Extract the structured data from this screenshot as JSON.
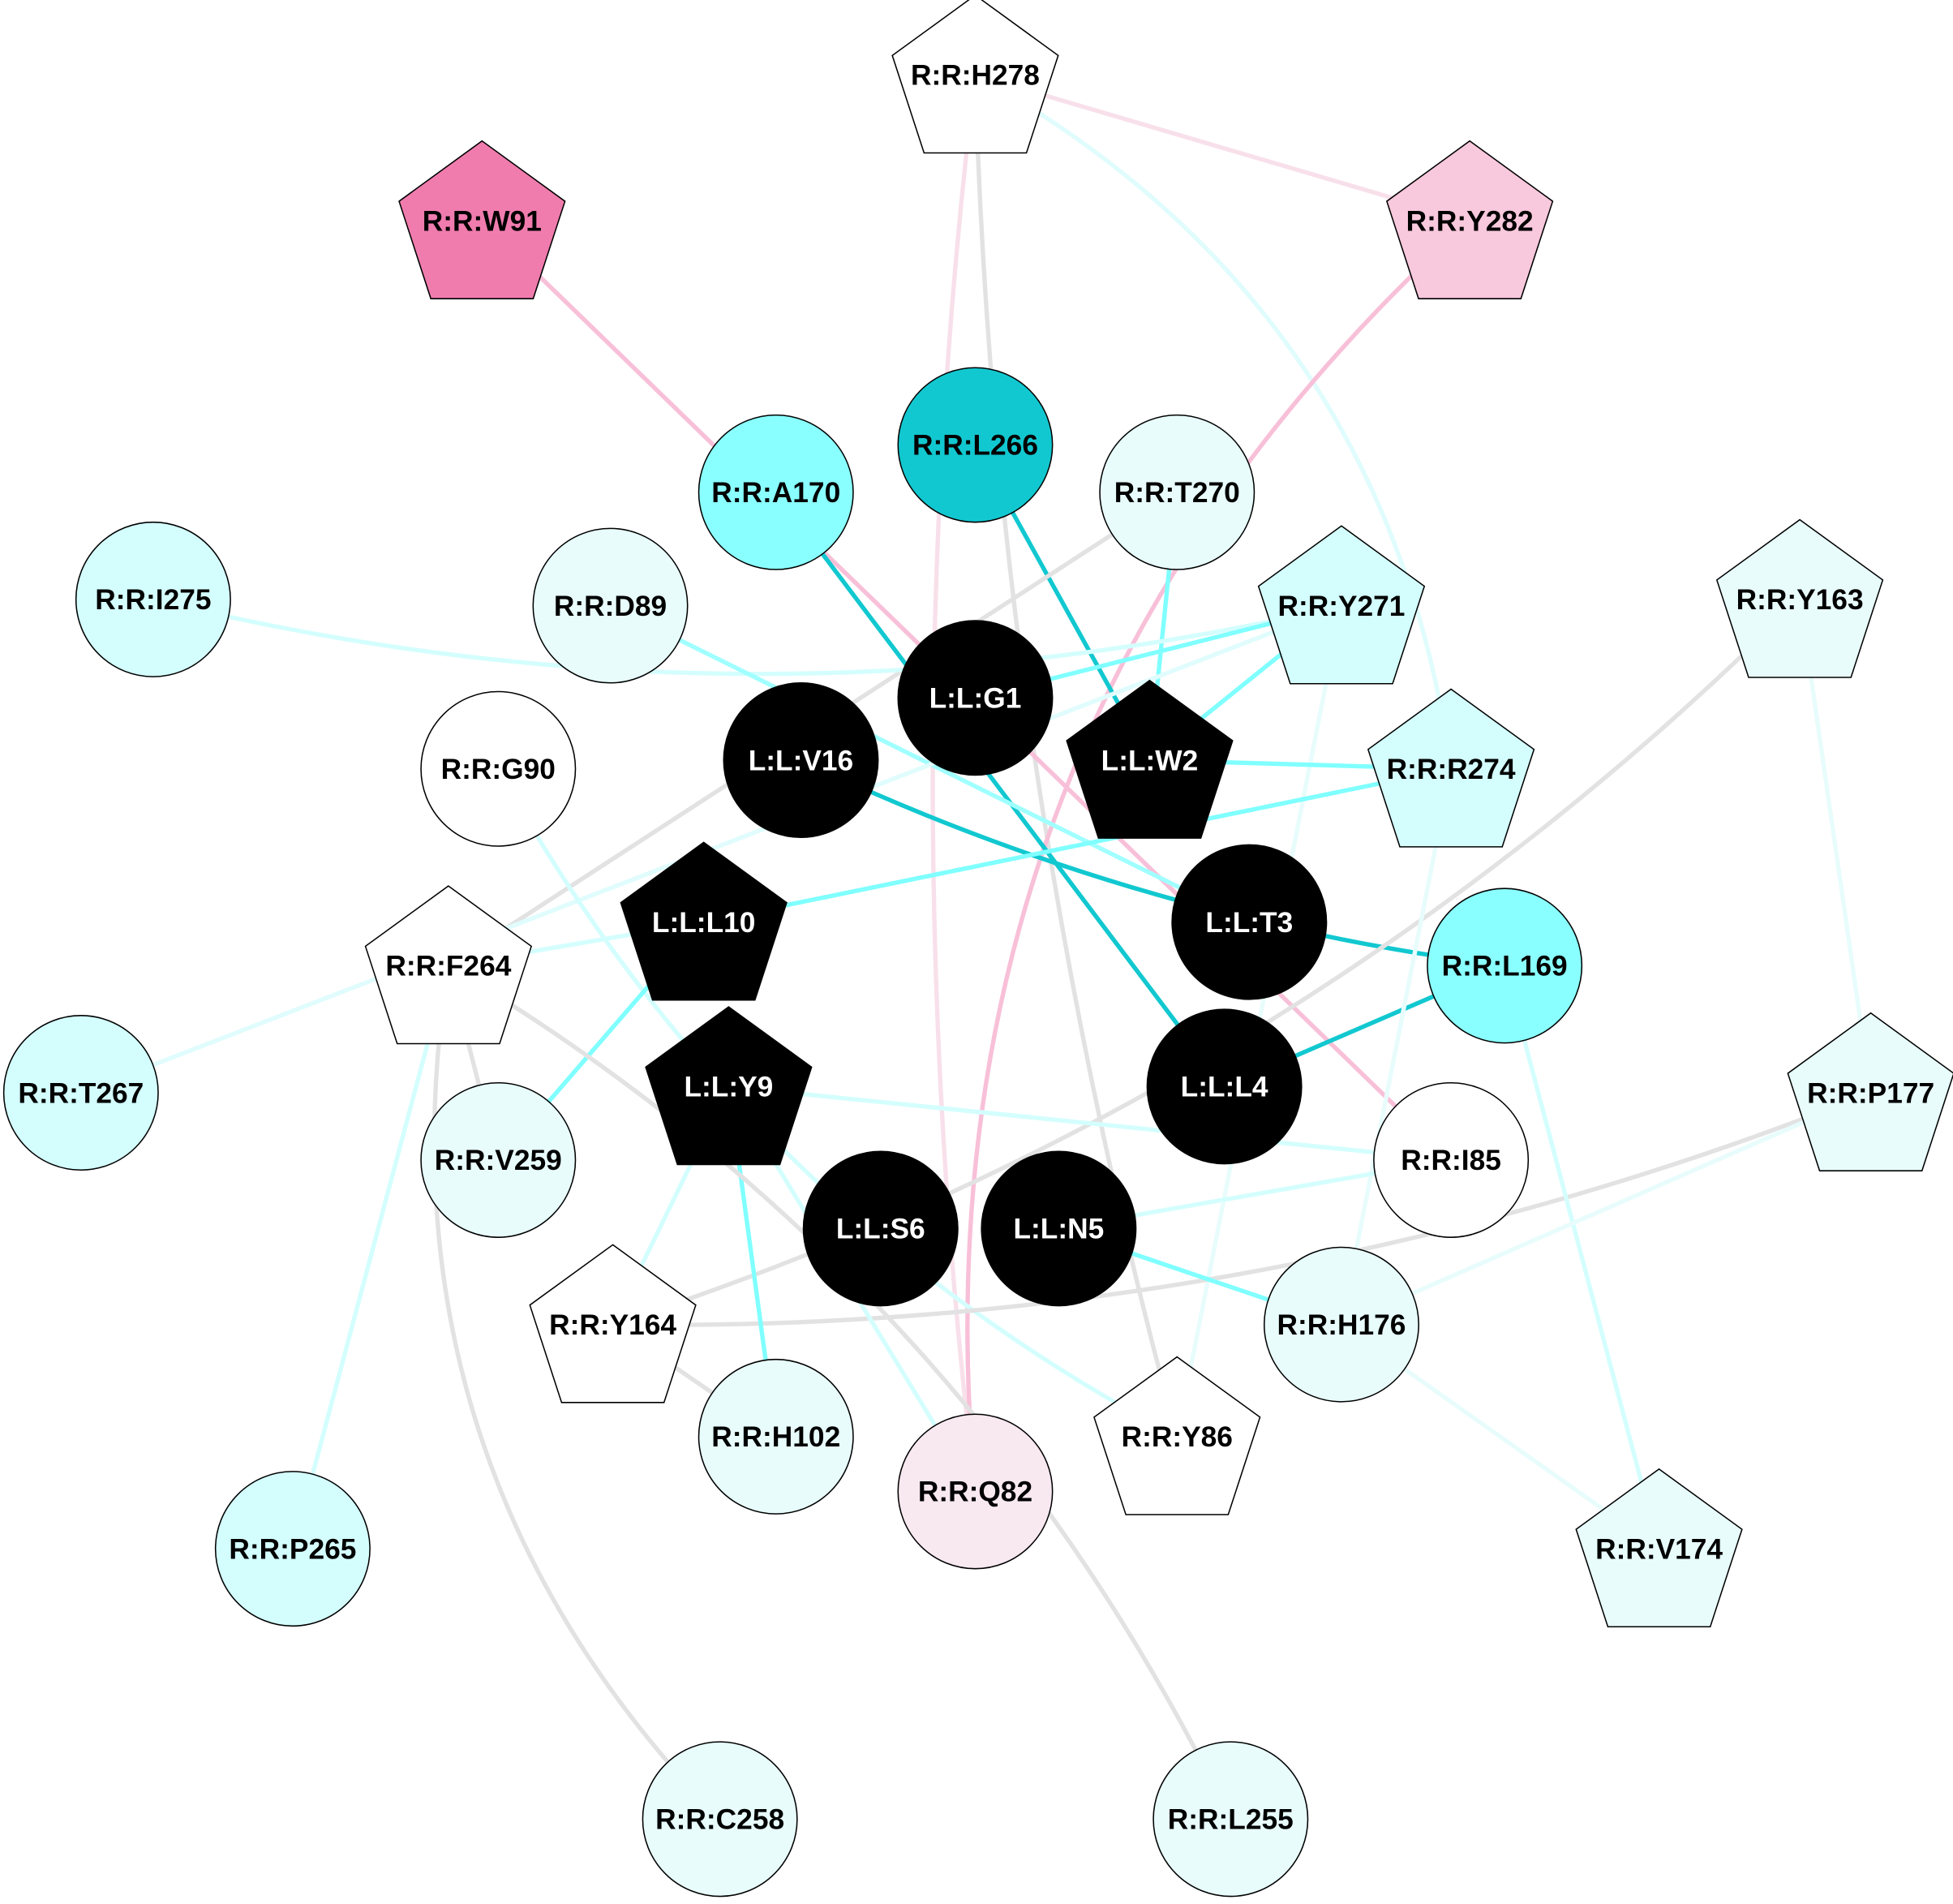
{
  "colors": {
    "ligand": "#000000",
    "teal": "#12c8d0",
    "cyan": "#8affff",
    "light_cyan": "#d4fefe",
    "pale_cyan": "#e8fcfc",
    "pink_strong": "#f07cae",
    "pink": "#f8c8dc",
    "pink_pale": "#f8e8f0",
    "white": "#ffffff",
    "edge_grey": "#e2e2e2",
    "edge_pink": "#f8c0d8",
    "edge_pink_pale": "#f8e0ea",
    "edge_cyan": "#80ffff",
    "edge_light_cyan": "#d4fefe"
  },
  "nodes": [
    {
      "id": "H278",
      "label": "R:R:H278",
      "shape": "pentagon",
      "fill": "#ffffff"
    },
    {
      "id": "W91",
      "label": "R:R:W91",
      "shape": "pentagon",
      "fill": "#f07cae"
    },
    {
      "id": "Y282",
      "label": "R:R:Y282",
      "shape": "pentagon",
      "fill": "#f8c8dc"
    },
    {
      "id": "L266",
      "label": "R:R:L266",
      "shape": "circle",
      "fill": "#12c8d0"
    },
    {
      "id": "A170",
      "label": "R:R:A170",
      "shape": "circle",
      "fill": "#8affff"
    },
    {
      "id": "T270",
      "label": "R:R:T270",
      "shape": "circle",
      "fill": "#e8fcfc"
    },
    {
      "id": "I275",
      "label": "R:R:I275",
      "shape": "circle",
      "fill": "#d4fefe"
    },
    {
      "id": "D89",
      "label": "R:R:D89",
      "shape": "circle",
      "fill": "#e8fcfc"
    },
    {
      "id": "Y271",
      "label": "R:R:Y271",
      "shape": "pentagon",
      "fill": "#d4fefe"
    },
    {
      "id": "Y163",
      "label": "R:R:Y163",
      "shape": "pentagon",
      "fill": "#e8fcfc"
    },
    {
      "id": "G1",
      "label": "L:L:G1",
      "shape": "circle",
      "fill": "#000000"
    },
    {
      "id": "V16",
      "label": "L:L:V16",
      "shape": "circle",
      "fill": "#000000"
    },
    {
      "id": "W2",
      "label": "L:L:W2",
      "shape": "pentagon",
      "fill": "#000000"
    },
    {
      "id": "G90",
      "label": "R:R:G90",
      "shape": "circle",
      "fill": "#ffffff"
    },
    {
      "id": "R274",
      "label": "R:R:R274",
      "shape": "pentagon",
      "fill": "#d4fefe"
    },
    {
      "id": "L10",
      "label": "L:L:L10",
      "shape": "pentagon",
      "fill": "#000000"
    },
    {
      "id": "T3",
      "label": "L:L:T3",
      "shape": "circle",
      "fill": "#000000"
    },
    {
      "id": "F264",
      "label": "R:R:F264",
      "shape": "pentagon",
      "fill": "#ffffff"
    },
    {
      "id": "L169",
      "label": "R:R:L169",
      "shape": "circle",
      "fill": "#8affff"
    },
    {
      "id": "T267",
      "label": "R:R:T267",
      "shape": "circle",
      "fill": "#d4fefe"
    },
    {
      "id": "Y9",
      "label": "L:L:Y9",
      "shape": "pentagon",
      "fill": "#000000"
    },
    {
      "id": "L4",
      "label": "L:L:L4",
      "shape": "circle",
      "fill": "#000000"
    },
    {
      "id": "P177",
      "label": "R:R:P177",
      "shape": "pentagon",
      "fill": "#e8fcfc"
    },
    {
      "id": "V259",
      "label": "R:R:V259",
      "shape": "circle",
      "fill": "#e8fcfc"
    },
    {
      "id": "I85",
      "label": "R:R:I85",
      "shape": "circle",
      "fill": "#ffffff"
    },
    {
      "id": "S6",
      "label": "L:L:S6",
      "shape": "circle",
      "fill": "#000000"
    },
    {
      "id": "N5",
      "label": "L:L:N5",
      "shape": "circle",
      "fill": "#000000"
    },
    {
      "id": "Y164",
      "label": "R:R:Y164",
      "shape": "pentagon",
      "fill": "#ffffff"
    },
    {
      "id": "H176",
      "label": "R:R:H176",
      "shape": "circle",
      "fill": "#e8fcfc"
    },
    {
      "id": "H102",
      "label": "R:R:H102",
      "shape": "circle",
      "fill": "#e8fcfc"
    },
    {
      "id": "Y86",
      "label": "R:R:Y86",
      "shape": "pentagon",
      "fill": "#ffffff"
    },
    {
      "id": "Q82",
      "label": "R:R:Q82",
      "shape": "circle",
      "fill": "#f8e8f0"
    },
    {
      "id": "P265",
      "label": "R:R:P265",
      "shape": "circle",
      "fill": "#d4fefe"
    },
    {
      "id": "V174",
      "label": "R:R:V174",
      "shape": "pentagon",
      "fill": "#e8fcfc"
    },
    {
      "id": "C258",
      "label": "R:R:C258",
      "shape": "circle",
      "fill": "#e8fcfc"
    },
    {
      "id": "L255",
      "label": "R:R:L255",
      "shape": "circle",
      "fill": "#e8fcfc"
    }
  ],
  "edges": [
    {
      "source": "H278",
      "target": "Y282",
      "color": "#f8e0ea"
    },
    {
      "source": "H278",
      "target": "R274",
      "color": "#e0fcfc"
    },
    {
      "source": "H278",
      "target": "Y86",
      "color": "#e2e2e2"
    },
    {
      "source": "H278",
      "target": "Q82",
      "color": "#f8e0ea"
    },
    {
      "source": "W91",
      "target": "I85",
      "color": "#f8c0d8"
    },
    {
      "source": "Y282",
      "target": "Q82",
      "color": "#f8c0d8"
    },
    {
      "source": "L266",
      "target": "W2",
      "color": "#12c8d0"
    },
    {
      "source": "A170",
      "target": "L4",
      "color": "#12c8d0"
    },
    {
      "source": "T270",
      "target": "W2",
      "color": "#80ffff"
    },
    {
      "source": "T270",
      "target": "F264",
      "color": "#e2e2e2"
    },
    {
      "source": "I275",
      "target": "Y271",
      "color": "#d4fefe"
    },
    {
      "source": "D89",
      "target": "T3",
      "color": "#a0ffff"
    },
    {
      "source": "Y271",
      "target": "G1",
      "color": "#80ffff"
    },
    {
      "source": "Y271",
      "target": "W2",
      "color": "#80ffff"
    },
    {
      "source": "Y271",
      "target": "Y86",
      "color": "#e8fcfc"
    },
    {
      "source": "Y271",
      "target": "T267",
      "color": "#e0fcfc"
    },
    {
      "source": "W2",
      "target": "R274",
      "color": "#80ffff"
    },
    {
      "source": "V16",
      "target": "L169",
      "color": "#12c8d0"
    },
    {
      "source": "G90",
      "target": "Y86",
      "color": "#d4fefe"
    },
    {
      "source": "L10",
      "target": "R274",
      "color": "#80ffff"
    },
    {
      "source": "L10",
      "target": "F264",
      "color": "#d4fefe"
    },
    {
      "source": "L10",
      "target": "V259",
      "color": "#80ffff"
    },
    {
      "source": "Y163",
      "target": "Y164",
      "color": "#e2e2e2"
    },
    {
      "source": "P177",
      "target": "Y164",
      "color": "#e2e2e2"
    },
    {
      "source": "Y163",
      "target": "P177",
      "color": "#e8fcfc"
    },
    {
      "source": "L169",
      "target": "L4",
      "color": "#12c8d0"
    },
    {
      "source": "L169",
      "target": "V174",
      "color": "#d4fefe"
    },
    {
      "source": "R274",
      "target": "H176",
      "color": "#e8fcfc"
    },
    {
      "source": "Y9",
      "target": "I85",
      "color": "#d4fefe"
    },
    {
      "source": "Y9",
      "target": "H102",
      "color": "#80ffff"
    },
    {
      "source": "Y9",
      "target": "Y164",
      "color": "#d4fefe"
    },
    {
      "source": "Y9",
      "target": "Q82",
      "color": "#d4fefe"
    },
    {
      "source": "N5",
      "target": "I85",
      "color": "#d4fefe"
    },
    {
      "source": "N5",
      "target": "H176",
      "color": "#80ffff"
    },
    {
      "source": "H176",
      "target": "V174",
      "color": "#e8fcfc"
    },
    {
      "source": "H176",
      "target": "P177",
      "color": "#e8fcfc"
    },
    {
      "source": "F264",
      "target": "L255",
      "color": "#e2e2e2"
    },
    {
      "source": "F264",
      "target": "C258",
      "color": "#e2e2e2"
    },
    {
      "source": "F264",
      "target": "V259",
      "color": "#e2e2e2"
    },
    {
      "source": "F264",
      "target": "P265",
      "color": "#d4fefe"
    },
    {
      "source": "Y164",
      "target": "H102",
      "color": "#e2e2e2"
    }
  ]
}
